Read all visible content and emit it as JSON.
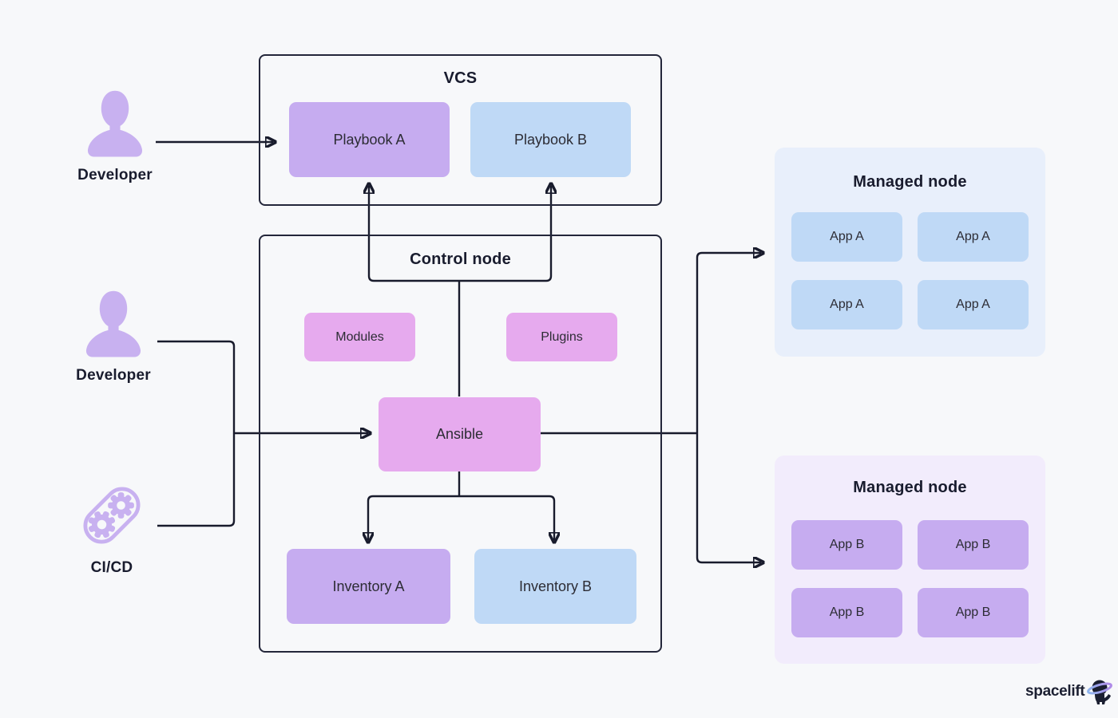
{
  "diagram": {
    "title_hint": "Ansible architecture diagram",
    "colors": {
      "background": "#f7f8fa",
      "outline": "#23263a",
      "arrow": "#181b2c",
      "purple_fill": "#c6acf0",
      "blue_fill": "#bfd9f6",
      "pink_fill": "#e6aaee",
      "panel_blue": "#e8effb",
      "panel_purple": "#f2ecfc",
      "icon_purple": "#c8b1f0",
      "text_dark": "#191c2e"
    },
    "vcs": {
      "title": "VCS",
      "playbook_a": "Playbook A",
      "playbook_b": "Playbook B"
    },
    "control_node": {
      "title": "Control node",
      "modules": "Modules",
      "plugins": "Plugins",
      "ansible": "Ansible",
      "inventory_a": "Inventory A",
      "inventory_b": "Inventory B"
    },
    "managed_node_a": {
      "title": "Managed node",
      "apps": [
        "App A",
        "App A",
        "App A",
        "App A"
      ]
    },
    "managed_node_b": {
      "title": "Managed node",
      "apps": [
        "App B",
        "App B",
        "App B",
        "App B"
      ]
    },
    "actors": {
      "developer_top": "Developer",
      "developer_mid": "Developer",
      "cicd": "CI/CD"
    },
    "logo": {
      "text": "spacelift"
    }
  }
}
